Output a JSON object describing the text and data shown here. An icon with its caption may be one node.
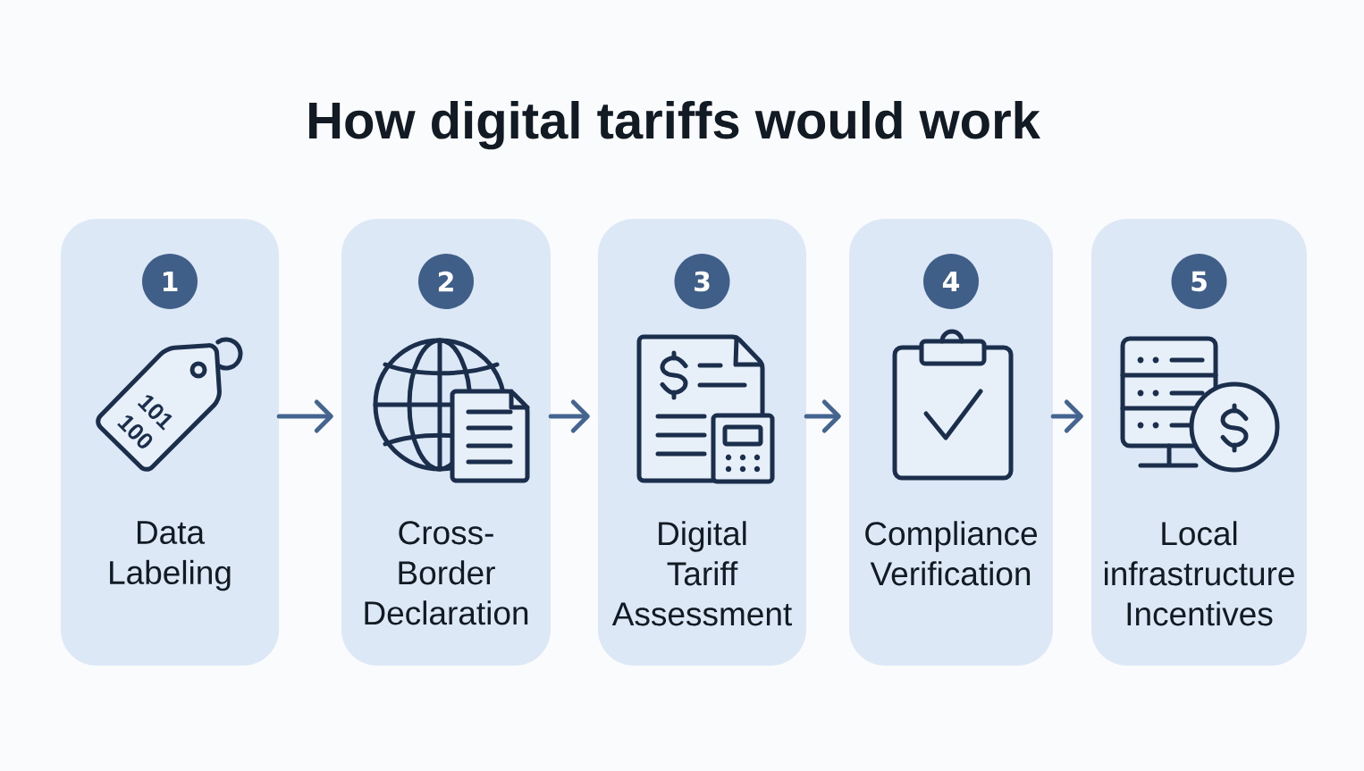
{
  "diagram": {
    "title": "How digital tariffs would work",
    "nodes": [
      {
        "text": [
          "Data Labeling"
        ]
      },
      {
        "text": [
          "1"
        ],
        "in": 0
      },
      {
        "text": [
          "Cross-Border Declaration"
        ]
      },
      {
        "text": [
          "2"
        ],
        "in": 2
      },
      {
        "text": [
          "Digital Tariff Assessment"
        ]
      },
      {
        "text": [
          "3"
        ],
        "in": 4
      },
      {
        "text": [
          "Compliance Verification"
        ]
      },
      {
        "text": [
          "4"
        ],
        "in": 6
      },
      {
        "text": [
          "Local infrastructure Incentives"
        ]
      },
      {
        "text": [
          "5"
        ],
        "in": 8
      }
    ],
    "edges": [
      {
        "from": 0,
        "to": 2,
        "arrow": "to"
      },
      {
        "from": 2,
        "to": 4,
        "arrow": "to"
      },
      {
        "from": 4,
        "to": 6,
        "arrow": "to"
      },
      {
        "from": 6,
        "to": 8,
        "arrow": "to"
      }
    ],
    "labels": [
      "101 100"
    ]
  }
}
